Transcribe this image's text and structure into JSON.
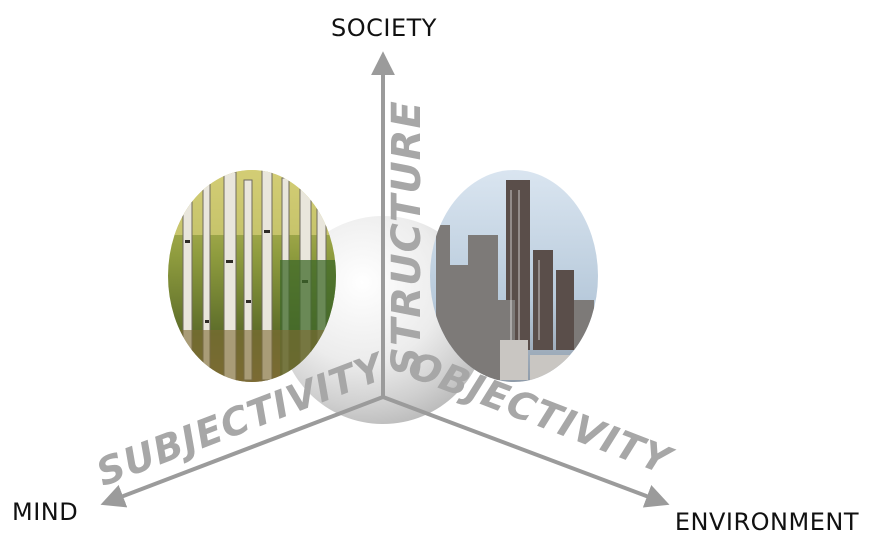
{
  "axes": {
    "top_end": "SOCIETY",
    "left_end": "MIND",
    "right_end": "ENVIRONMENT"
  },
  "axis_labels": {
    "vertical": "STRUCTURE",
    "left": "SUBJECTIVITY",
    "right": "OBJECTIVITY"
  },
  "images": {
    "left": "birch-forest-photo",
    "right": "city-skyline-photo"
  },
  "colors": {
    "axis": "#9b9b9b",
    "axis_label": "#a7a7a7",
    "end_label": "#111111"
  }
}
